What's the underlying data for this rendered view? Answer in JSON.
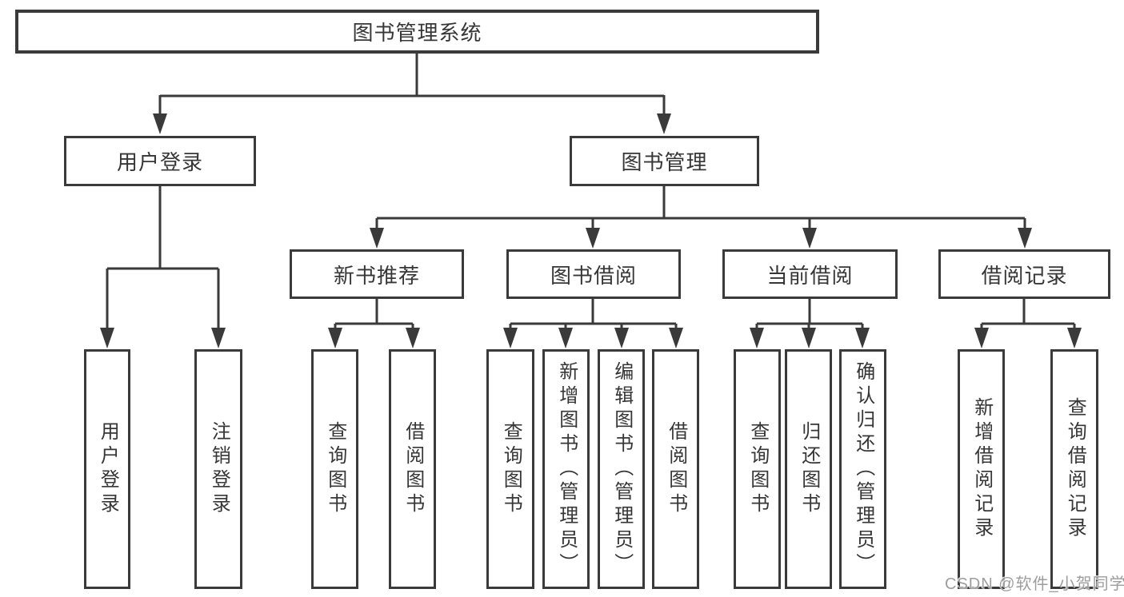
{
  "diagram_title": "图书管理系统",
  "tree": {
    "label": "图书管理系统",
    "children": [
      {
        "label": "用户登录",
        "children": [
          {
            "label": "用户登录"
          },
          {
            "label": "注销登录"
          }
        ]
      },
      {
        "label": "图书管理",
        "children": [
          {
            "label": "新书推荐",
            "children": [
              {
                "label": "查询图书"
              },
              {
                "label": "借阅图书"
              }
            ]
          },
          {
            "label": "图书借阅",
            "children": [
              {
                "label": "查询图书"
              },
              {
                "label": "新增图书（管理员）"
              },
              {
                "label": "编辑图书（管理员）"
              },
              {
                "label": "借阅图书"
              }
            ]
          },
          {
            "label": "当前借阅",
            "children": [
              {
                "label": "查询图书"
              },
              {
                "label": "归还图书"
              },
              {
                "label": "确认归还（管理员）"
              }
            ]
          },
          {
            "label": "借阅记录",
            "children": [
              {
                "label": "新增借阅记录"
              },
              {
                "label": "查询借阅记录"
              }
            ]
          }
        ]
      }
    ]
  },
  "watermark": "CSDN @软件_小贺同学",
  "colors": {
    "line": "#3a3a3a",
    "box_border": "#3a3a3a",
    "text": "#363636",
    "background": "#ffffff",
    "watermark": "#9d9d9d"
  }
}
